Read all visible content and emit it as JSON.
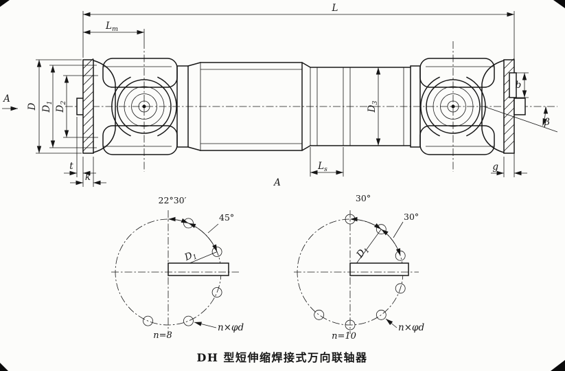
{
  "page": {
    "caption": "DH 型短伸缩焊接式万向联轴器",
    "ink_color": "#161616",
    "paper_color": "#fcfcfa"
  },
  "main_view": {
    "dim_L": "L",
    "dim_Lm": {
      "base": "L",
      "sub": "m"
    },
    "dim_Ls": {
      "base": "L",
      "sub": "s"
    },
    "dim_D": "D",
    "dim_D1": {
      "base": "D",
      "sub": "1"
    },
    "dim_D2": {
      "base": "D",
      "sub": "2"
    },
    "dim_D3": {
      "base": "D",
      "sub": "3"
    },
    "dim_b": "b",
    "dim_beta": "β",
    "dim_t": "t",
    "dim_k": "k",
    "dim_g": "g",
    "section_label": "A",
    "view_arrow_label": "A"
  },
  "pattern_n8": {
    "angle_offset": "22°30′",
    "angle_pitch": "45°",
    "bolt_circle": {
      "base": "D",
      "sub": "1"
    },
    "hole_count": "n=8",
    "hole_note": "n×φd"
  },
  "pattern_n10": {
    "angle_offset": "30°",
    "angle_pitch": "30°",
    "bolt_circle": {
      "base": "D",
      "sub": "1"
    },
    "hole_count": "n=10",
    "hole_note": "n×φd"
  }
}
